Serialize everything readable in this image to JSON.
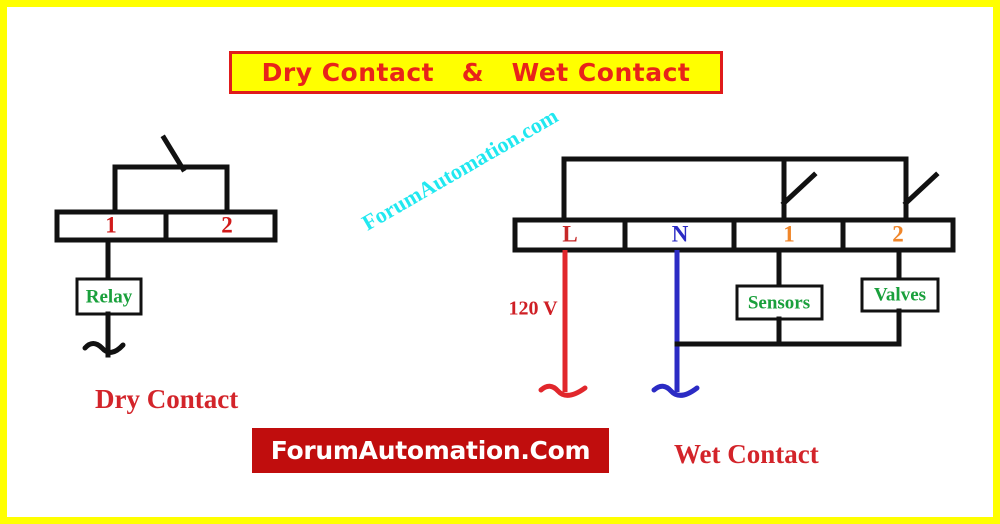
{
  "page": {
    "border_color": "#ffff00",
    "background": "#ffffff"
  },
  "title_banner": {
    "text": "Dry Contact   &   Wet Contact",
    "background": "#ffff00",
    "border_color": "#e01b1b",
    "text_color": "#e8231a"
  },
  "site_banner": {
    "text": "ForumAutomation.Com",
    "background": "#c00d0d",
    "text_color": "#ffffff"
  },
  "watermark": {
    "text": "ForumAutomation.com",
    "color": "#16e7f0"
  },
  "captions": {
    "dry": "Dry Contact",
    "wet": "Wet Contact",
    "color": "#d3242a"
  },
  "dry_contact": {
    "terminals": [
      {
        "label": "1",
        "color": "#d11a1a"
      },
      {
        "label": "2",
        "color": "#d11a1a"
      }
    ],
    "components": [
      {
        "label": "Relay",
        "color": "#1aa03c"
      }
    ],
    "switch": {
      "name": "dry-contact-switch",
      "state": "open"
    }
  },
  "wet_contact": {
    "terminals": [
      {
        "label": "L",
        "color": "#c62828"
      },
      {
        "label": "N",
        "color": "#2b2bc4"
      },
      {
        "label": "1",
        "color": "#f0862a"
      },
      {
        "label": "2",
        "color": "#f0862a"
      }
    ],
    "components": [
      {
        "label": "Sensors",
        "color": "#1aa03c"
      },
      {
        "label": "Valves",
        "color": "#1aa03c"
      }
    ],
    "voltage_label": "120 V",
    "wires": [
      {
        "name": "line-wire",
        "color": "#e1272c",
        "terminal": "L"
      },
      {
        "name": "neutral-wire",
        "color": "#2b2bc4",
        "terminal": "N"
      }
    ],
    "switches": [
      {
        "name": "sensor-switch",
        "state": "open"
      },
      {
        "name": "valve-switch",
        "state": "open"
      }
    ]
  }
}
